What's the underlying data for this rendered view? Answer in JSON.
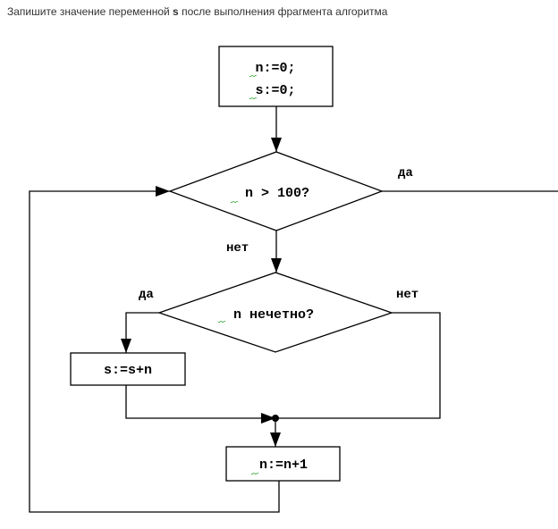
{
  "question": {
    "before": "Запишите значение переменной ",
    "var": "s",
    "after": " после выполнения фрагмента алгоритма"
  },
  "flowchart": {
    "init": {
      "line1": "n:=0;",
      "line2": "s:=0;"
    },
    "cond1": {
      "text": "n > 100?",
      "yes": "да",
      "no": "нет"
    },
    "cond2": {
      "text": "n нечетно?",
      "yes": "да",
      "no": "нет"
    },
    "add": {
      "text": "s:=s+n"
    },
    "inc": {
      "text": "n:=n+1"
    }
  }
}
